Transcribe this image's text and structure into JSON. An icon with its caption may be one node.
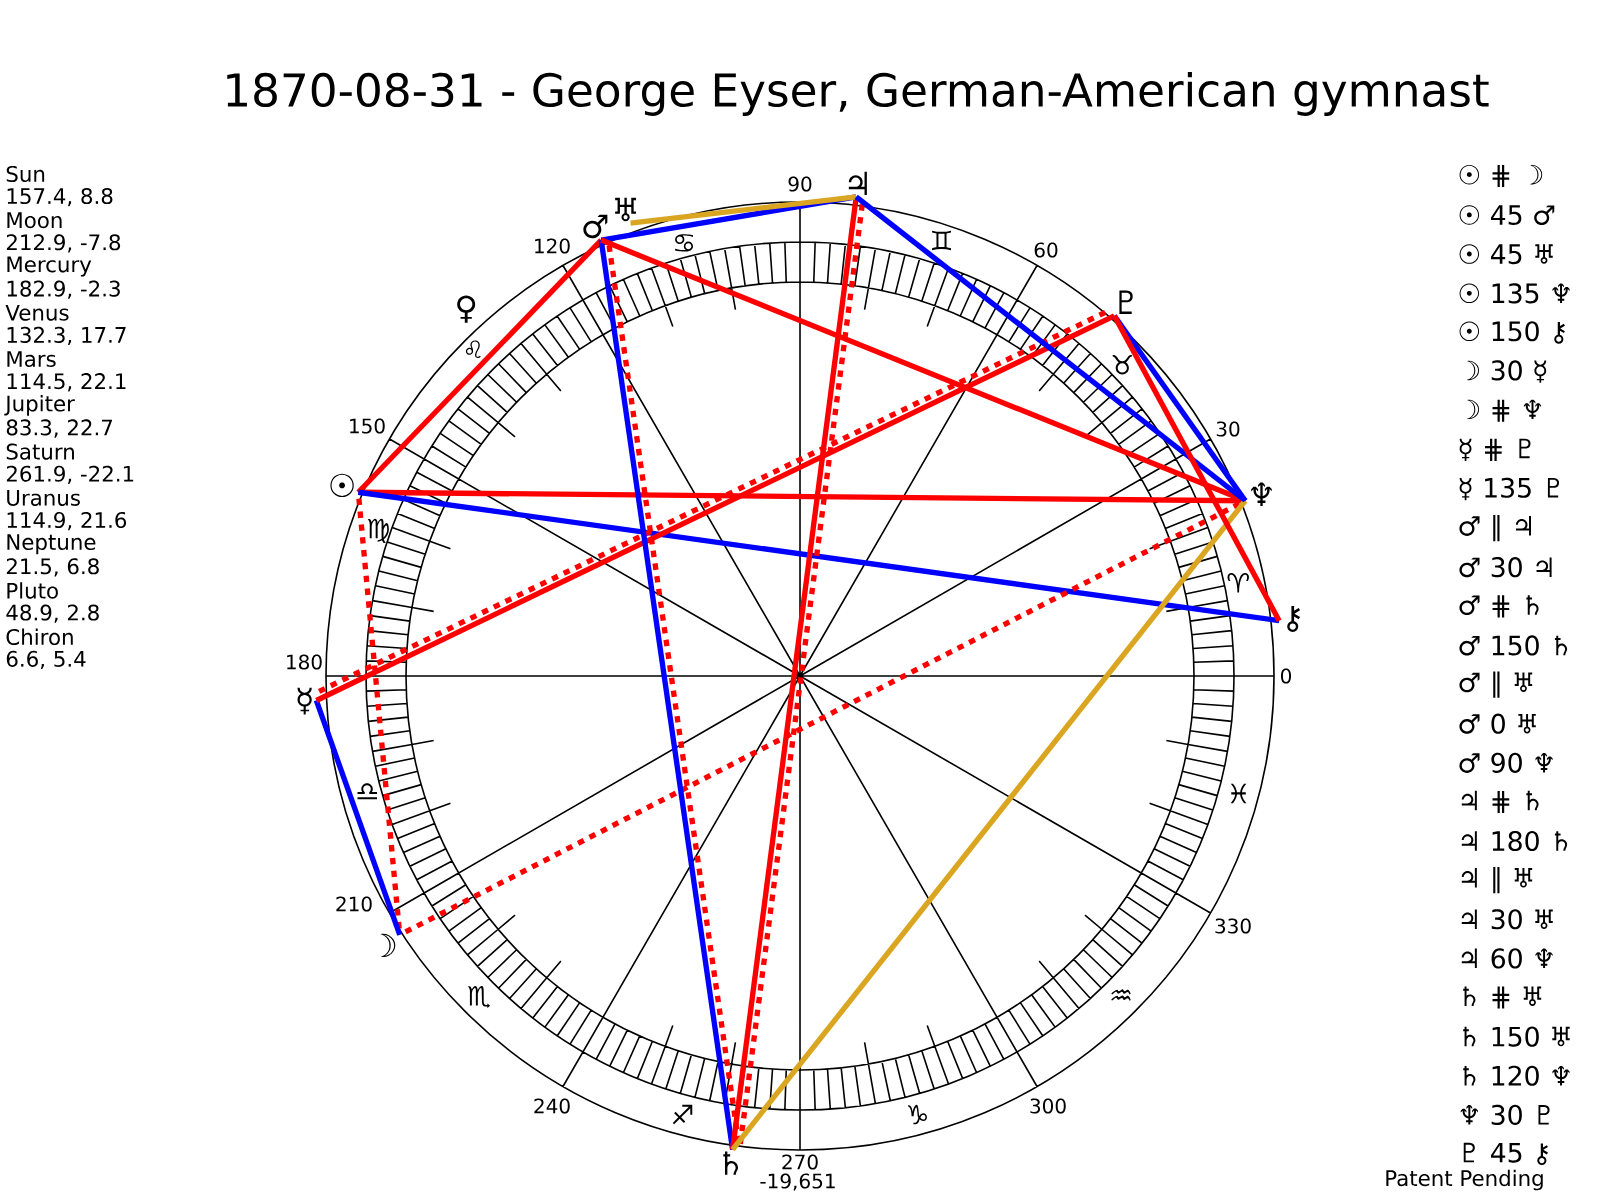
{
  "diagram": {
    "title": "1870-08-31 - George Eyser, German-American gymnast",
    "nodes": [
      {
        "text": [
          "☉"
        ]
      },
      {
        "text": [
          "☽"
        ]
      },
      {
        "text": [
          "☿"
        ]
      },
      {
        "text": [
          "♀"
        ]
      },
      {
        "text": [
          "♂"
        ]
      },
      {
        "text": [
          "♃"
        ]
      },
      {
        "text": [
          "♄"
        ]
      },
      {
        "text": [
          "♅"
        ]
      },
      {
        "text": [
          "♆"
        ]
      },
      {
        "text": [
          "♇"
        ]
      },
      {
        "text": [
          "⚷"
        ]
      }
    ],
    "edges": [
      {
        "from": 0,
        "to": 1,
        "arrow": "none",
        "style": "dashed"
      },
      {
        "from": 0,
        "to": 4,
        "arrow": "none"
      },
      {
        "from": 0,
        "to": 8,
        "arrow": "none"
      },
      {
        "from": 0,
        "to": 10,
        "arrow": "none",
        "color": "#0000ff"
      },
      {
        "from": 1,
        "to": 2,
        "arrow": "none",
        "color": "#0000ff"
      },
      {
        "from": 1,
        "to": 8,
        "arrow": "none",
        "style": "dashed"
      },
      {
        "from": 2,
        "to": 9,
        "arrow": "none",
        "style": "dashed"
      },
      {
        "from": 2,
        "to": 9,
        "arrow": "none"
      },
      {
        "from": 4,
        "to": 5,
        "arrow": "none",
        "color": "#0000ff"
      },
      {
        "from": 4,
        "to": 6,
        "arrow": "none",
        "style": "dashed"
      },
      {
        "from": 4,
        "to": 6,
        "arrow": "none",
        "color": "#0000ff"
      },
      {
        "from": 4,
        "to": 8,
        "arrow": "none"
      },
      {
        "from": 5,
        "to": 6,
        "arrow": "none",
        "style": "dashed"
      },
      {
        "from": 5,
        "to": 6,
        "arrow": "none"
      },
      {
        "from": 5,
        "to": 7,
        "arrow": "none",
        "color": "#daa520"
      },
      {
        "from": 5,
        "to": 8,
        "arrow": "none",
        "color": "#0000ff"
      },
      {
        "from": 6,
        "to": 8,
        "arrow": "none",
        "color": "#daa520"
      },
      {
        "from": 8,
        "to": 9,
        "arrow": "none",
        "color": "#0000ff"
      },
      {
        "from": 9,
        "to": 10,
        "arrow": "none"
      }
    ],
    "labels": [
      "Sun",
      "157.4, 8.8",
      "Moon",
      "212.9, -7.8",
      "Mercury",
      "182.9, -2.3",
      "Venus",
      "132.3, 17.7",
      "Mars",
      "114.5, 22.1",
      "Jupiter",
      "83.3, 22.7",
      "Saturn",
      "261.9, -22.1",
      "Uranus",
      "114.9, 21.6",
      "Neptune",
      "21.5, 6.8",
      "Pluto",
      "48.9, 2.8",
      "Chiron",
      "6.6, 5.4",
      "0",
      "30",
      "60",
      "90",
      "120",
      "150",
      "180",
      "210",
      "240",
      "270",
      "300",
      "330",
      "♈",
      "♉",
      "♊",
      "♋",
      "♌",
      "♍",
      "♎",
      "♏",
      "♐",
      "♑",
      "♒",
      "♓",
      "-19,651",
      "☉ ⋕ ☽",
      "☉ 45 ♂",
      "☉ 45 ♅",
      "☉ 135 ♆",
      "☉ 150 ⚷",
      "☽ 30 ☿",
      "☽ ⋕ ♆",
      "☿ ⋕ ♇",
      "☿ 135 ♇",
      "♂ ∥ ♃",
      "♂ 30 ♃",
      "♂ ⋕ ♄",
      "♂ 150 ♄",
      "♂ ∥ ♅",
      "♂ 0 ♅",
      "♂ 90 ♆",
      "♃ ⋕ ♄",
      "♃ 180 ♄",
      "♃ ∥ ♅",
      "♃ 30 ♅",
      "♃ 60 ♆",
      "♄ ⋕ ♅",
      "♄ 150 ♅",
      "♄ 120 ♆",
      "♆ 30 ♇",
      "♇ 45 ⚷",
      "Patent Pending"
    ]
  }
}
